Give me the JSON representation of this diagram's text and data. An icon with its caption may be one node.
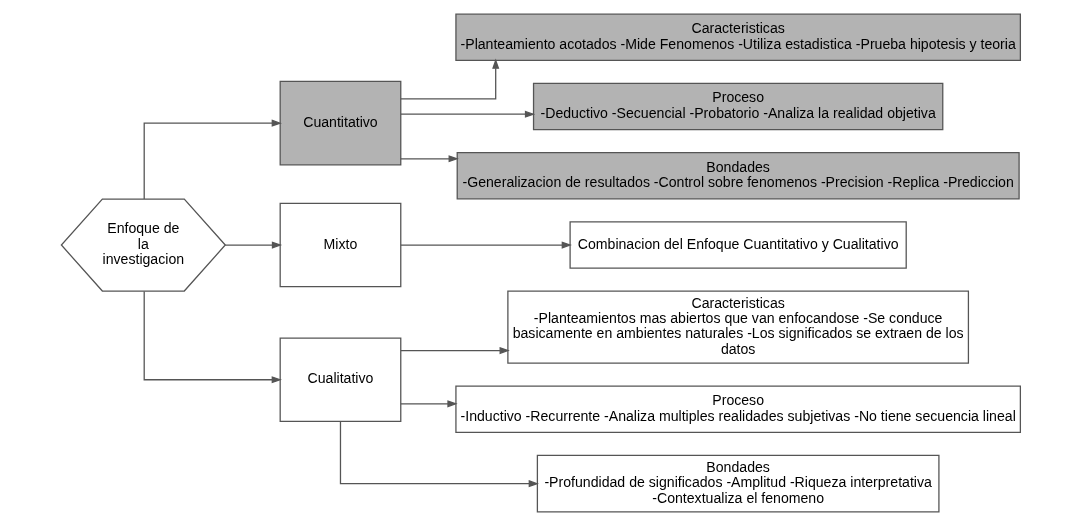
{
  "diagram": {
    "nodes": [
      {
        "text": [
          "Enfoque de la investigacion"
        ]
      },
      {
        "text": [
          "Cuantitativo"
        ]
      },
      {
        "text": [
          "Mixto"
        ]
      },
      {
        "text": [
          "Cualitativo"
        ]
      },
      {
        "text": [
          "Caracteristicas",
          "-Planteamiento acotados -Mide Fenomenos -Utiliza estadistica -Prueba hipotesis y teoria"
        ]
      },
      {
        "text": [
          "Proceso",
          "-Deductivo -Secuencial -Probatorio -Analiza la realidad objetiva"
        ]
      },
      {
        "text": [
          "Bondades",
          "-Generalizacion de resultados -Control sobre fenomenos -Precision -Replica -Prediccion"
        ]
      },
      {
        "text": [
          "Combinacion del Enfoque Cuantitativo y Cualitativo"
        ]
      },
      {
        "text": [
          "Caracteristicas",
          "-Planteamientos mas abiertos que van enfocandose -Se conduce basicamente en ambientes naturales -Los significados se extraen de los datos"
        ]
      },
      {
        "text": [
          "Proceso",
          "-Inductivo -Recurrente -Analiza multiples realidades subjetivas -No tiene secuencia lineal"
        ]
      },
      {
        "text": [
          "Bondades",
          "-Profundidad de significados -Amplitud -Riqueza interpretativa -Contextualiza el fenomeno"
        ]
      }
    ],
    "edges": [
      {
        "from": 0,
        "to": 1,
        "arrow": "to"
      },
      {
        "from": 0,
        "to": 2,
        "arrow": "to"
      },
      {
        "from": 0,
        "to": 3,
        "arrow": "to"
      },
      {
        "from": 1,
        "to": 4,
        "arrow": "to"
      },
      {
        "from": 1,
        "to": 5,
        "arrow": "to"
      },
      {
        "from": 1,
        "to": 6,
        "arrow": "to"
      },
      {
        "from": 2,
        "to": 7,
        "arrow": "to"
      },
      {
        "from": 3,
        "to": 8,
        "arrow": "to"
      },
      {
        "from": 3,
        "to": 9,
        "arrow": "to"
      },
      {
        "from": 3,
        "to": 10,
        "arrow": "to"
      }
    ]
  }
}
